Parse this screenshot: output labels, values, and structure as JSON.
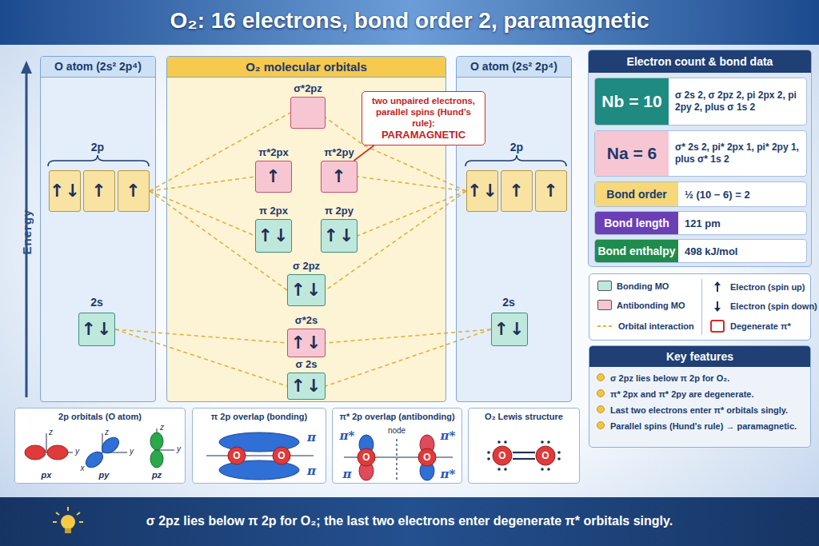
{
  "diagram": {
    "title": "O₂: 16 electrons, bond order 2, paramagnetic",
    "caption": "σ 2pz lies below π 2p for O₂; the last two electrons enter degenerate π* orbitals singly.",
    "nodes": [
      {
        "text": [
          "O atom (2s² 2p⁴)"
        ]
      },
      {
        "text": [
          "↑↓"
        ],
        "in": 0
      },
      {
        "text": [
          "↑"
        ],
        "in": 0
      },
      {
        "text": [
          "↑"
        ],
        "in": 0
      },
      {
        "text": [
          "↑↓"
        ],
        "in": 0
      },
      {
        "text": [
          "O₂ molecular orbitals"
        ]
      },
      {
        "text": [
          "σ*2pz"
        ],
        "in": 5
      },
      {
        "text": [
          "π*2px",
          "↑"
        ],
        "in": 5
      },
      {
        "text": [
          "π*2py",
          "↑"
        ],
        "in": 5
      },
      {
        "text": [
          "π 2px",
          "↑↓"
        ],
        "in": 5
      },
      {
        "text": [
          "π 2py",
          "↑↓"
        ],
        "in": 5
      },
      {
        "text": [
          "σ 2pz",
          "↑↓"
        ],
        "in": 5
      },
      {
        "text": [
          "σ*2s",
          "↑↓"
        ],
        "in": 5
      },
      {
        "text": [
          "σ 2s",
          "↑↓"
        ],
        "in": 5
      },
      {
        "text": [
          "two unpaired electrons, parallel spins (Hund's rule):",
          "PARAMAGNETIC"
        ]
      },
      {
        "text": [
          "O atom (2s² 2p⁴)"
        ]
      },
      {
        "text": [
          "↑↓"
        ],
        "in": 15
      },
      {
        "text": [
          "↑"
        ],
        "in": 15
      },
      {
        "text": [
          "↑"
        ],
        "in": 15
      },
      {
        "text": [
          "↑↓"
        ],
        "in": 15
      },
      {
        "text": [
          "Electron count & bond data"
        ]
      },
      {
        "text": [
          "Nb = 10",
          "σ 2s 2, σ 2pz 2, pi 2px 2, pi 2py 2, plus σ 1s 2"
        ],
        "in": 20
      },
      {
        "text": [
          "Na = 6",
          "σ* 2s 2, pi* 2px 1, pi* 2py 1, plus σ* 1s 2"
        ],
        "in": 20
      },
      {
        "text": [
          "Bond order",
          "½ (10 − 6) = 2"
        ],
        "in": 20
      },
      {
        "text": [
          "Bond length",
          "121 pm"
        ],
        "in": 20
      },
      {
        "text": [
          "Bond enthalpy",
          "498 kJ/mol"
        ],
        "in": 20
      },
      {
        "text": [
          "Key features",
          "σ 2pz lies below π 2p for O₂.",
          "π* 2px and π* 2py are degenerate.",
          "Last two electrons enter π* orbitals singly.",
          "Parallel spins (Hund's rule) → paramagnetic."
        ]
      },
      {
        "text": [
          "2p orbitals (O atom)"
        ]
      },
      {
        "text": [
          "π 2p overlap (bonding)"
        ]
      },
      {
        "text": [
          "π* 2p overlap (antibonding)"
        ]
      },
      {
        "text": [
          "O₂ Lewis structure"
        ]
      }
    ],
    "edges": [
      {
        "from": 3,
        "to": 6,
        "arrow": "none"
      },
      {
        "from": 3,
        "to": 7,
        "arrow": "none"
      },
      {
        "from": 3,
        "to": 9,
        "arrow": "none"
      },
      {
        "from": 3,
        "to": 11,
        "arrow": "none"
      },
      {
        "from": 4,
        "to": 12,
        "arrow": "none"
      },
      {
        "from": 4,
        "to": 13,
        "arrow": "none"
      },
      {
        "from": 16,
        "to": 6,
        "arrow": "none"
      },
      {
        "from": 16,
        "to": 8,
        "arrow": "none"
      },
      {
        "from": 16,
        "to": 10,
        "arrow": "none"
      },
      {
        "from": 16,
        "to": 11,
        "arrow": "none"
      },
      {
        "from": 19,
        "to": 12,
        "arrow": "none"
      },
      {
        "from": 19,
        "to": 13,
        "arrow": "none"
      },
      {
        "from": 14,
        "to": 8,
        "arrow": "none"
      }
    ],
    "labels": [
      "Energy",
      "2p",
      "2s",
      "2p",
      "2s",
      "z",
      "y",
      "px",
      "z",
      "y",
      "x",
      "py",
      "z",
      "y",
      "pz",
      "π",
      "O",
      "O",
      "π",
      "π*",
      "node",
      "π*",
      "O",
      "O",
      "π",
      "π*",
      "O",
      "O"
    ],
    "legend": [
      {
        "text": "Bonding MO",
        "color": "#bfe8dd"
      },
      {
        "text": "Antibonding MO",
        "color": "#f7c6d3"
      },
      {
        "text": "Orbital interaction"
      },
      {
        "text": "Electron (spin up)"
      },
      {
        "text": "Electron (spin down)"
      },
      {
        "text": "Degenerate π*"
      }
    ]
  }
}
